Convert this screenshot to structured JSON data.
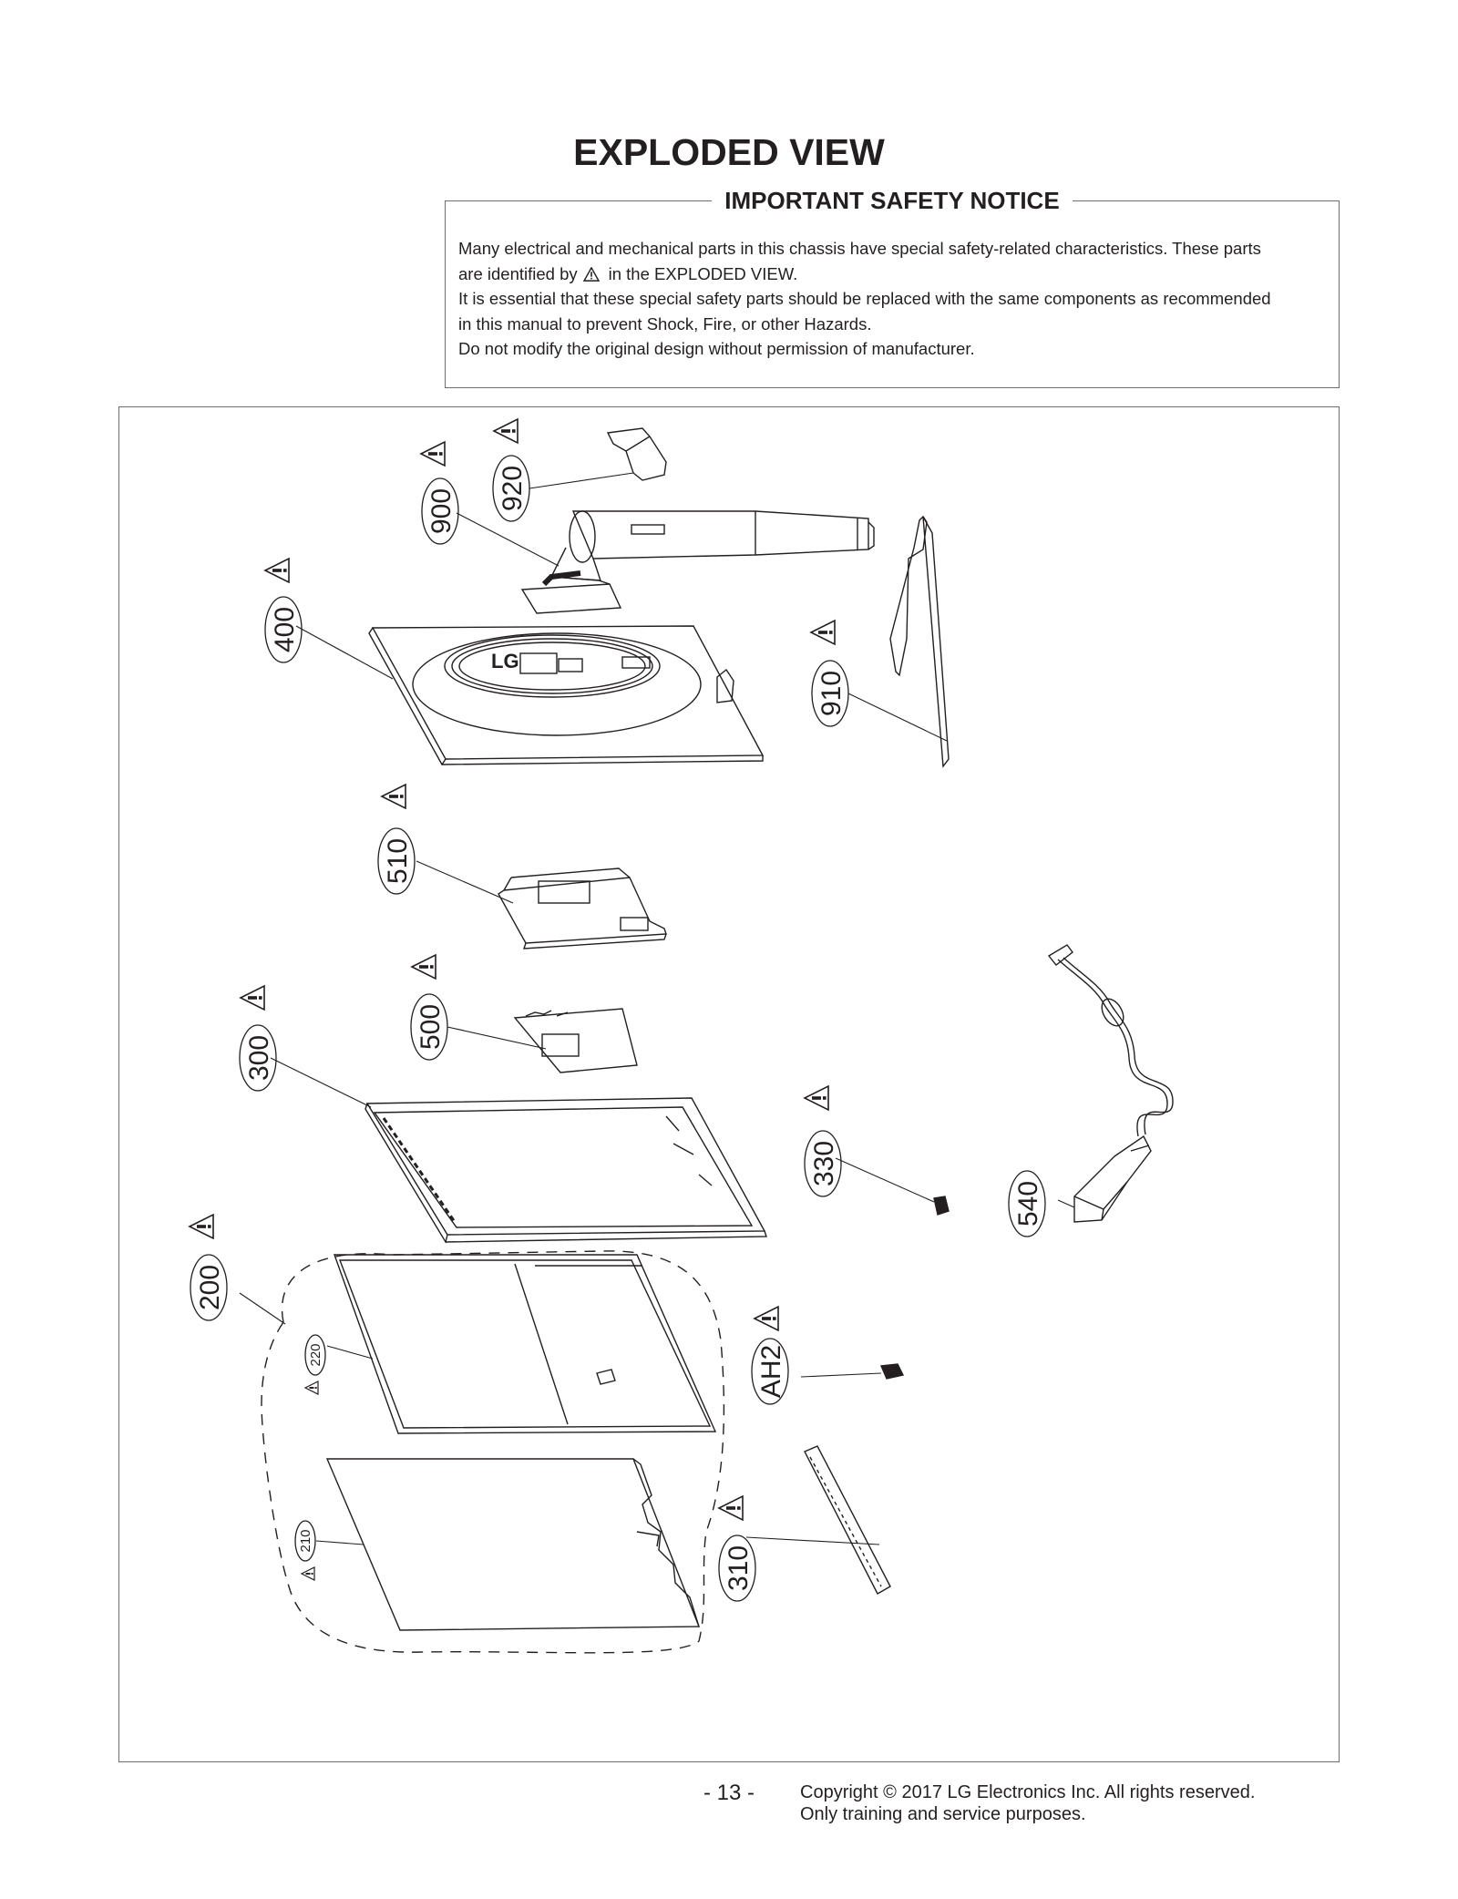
{
  "page": {
    "title": "EXPLODED VIEW",
    "page_number": "- 13 -",
    "copyright_line1": "Copyright © 2017 LG Electronics Inc. All rights reserved.",
    "copyright_line2": "Only training and service purposes."
  },
  "safety_notice": {
    "heading": "IMPORTANT SAFETY NOTICE",
    "line1": "Many electrical and mechanical parts in this chassis have special safety-related characteristics. These parts",
    "line2_before": "are identified by",
    "line2_after": "in the  EXPLODED VIEW.",
    "line3": "It is essential that these special safety parts should be replaced with the same components as recommended",
    "line4": "in this manual to prevent Shock, Fire, or other Hazards.",
    "line5": "Do not modify the original design without permission of manufacturer."
  },
  "callouts": {
    "p920": "920",
    "p900": "900",
    "p400": "400",
    "p910": "910",
    "p510": "510",
    "p500": "500",
    "p300": "300",
    "p330": "330",
    "p540": "540",
    "p200": "200",
    "p220": "220",
    "pAH2": "AH2",
    "p210": "210",
    "p310": "310"
  },
  "icons": {
    "warning": "warning-triangle-icon",
    "logo": "lg-logo"
  }
}
